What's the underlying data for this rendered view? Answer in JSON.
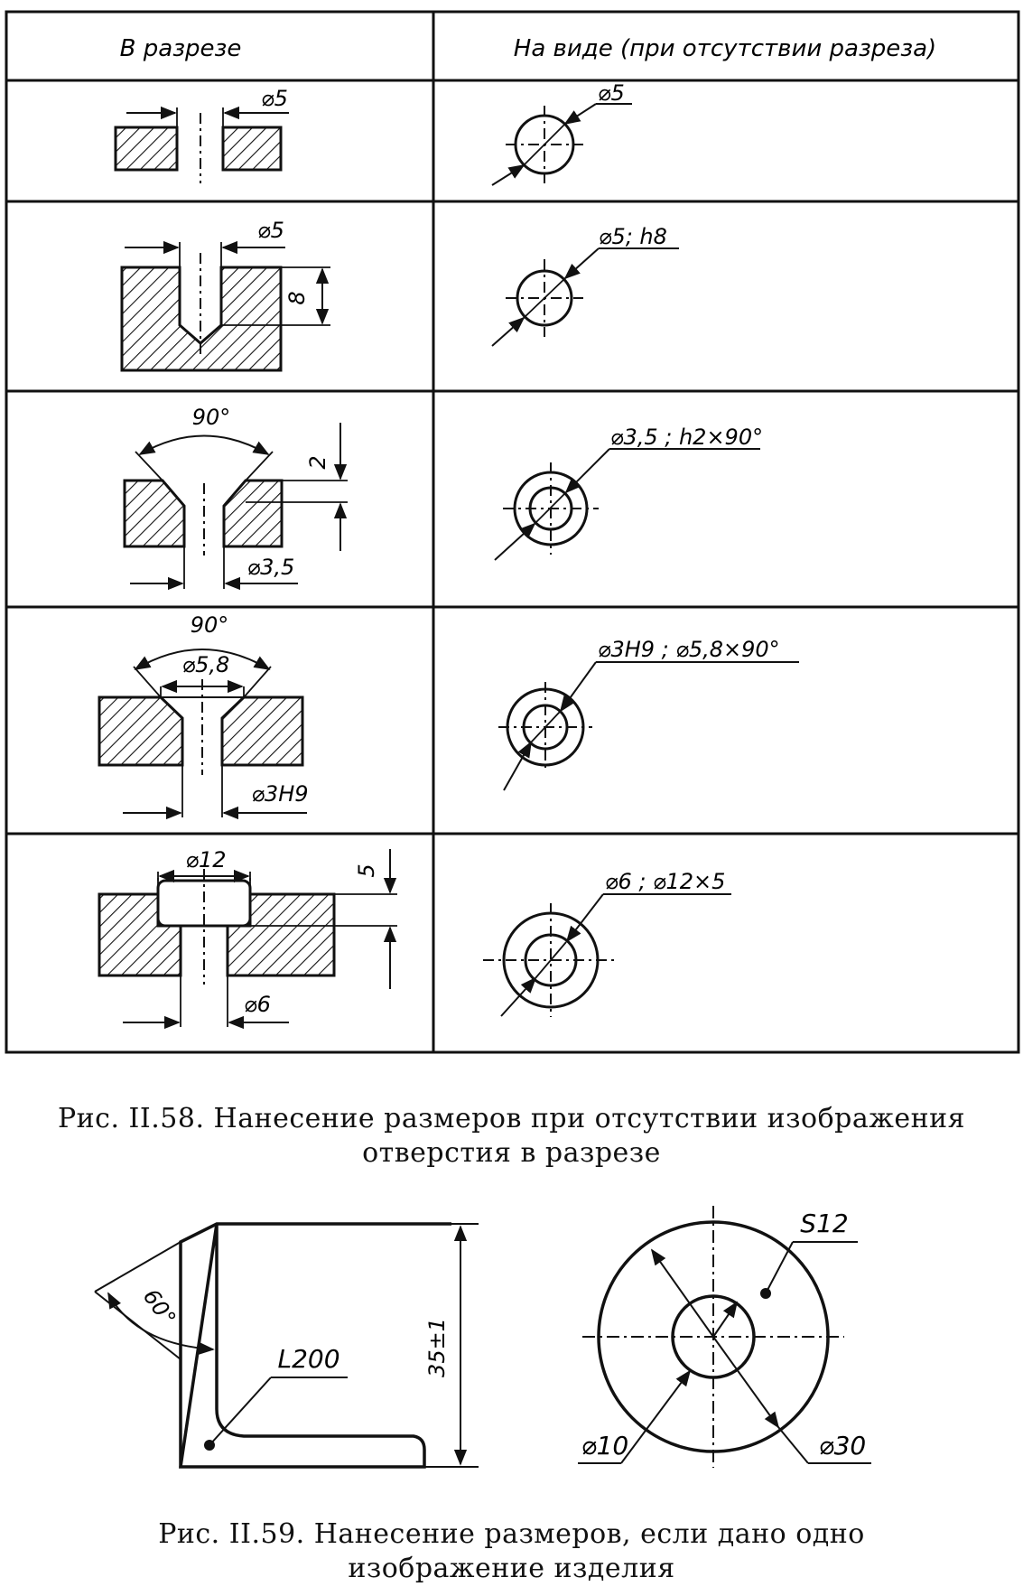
{
  "table": {
    "headers": [
      "В разрезе",
      "На виде (при отсутствии разреза)"
    ],
    "rows": [
      {
        "section": [
          "⌀5"
        ],
        "view": "⌀5"
      },
      {
        "section": [
          "⌀5",
          "8"
        ],
        "view": "⌀5; h8"
      },
      {
        "section": [
          "90°",
          "2",
          "⌀3,5"
        ],
        "view": "⌀3,5 ; h2×90°"
      },
      {
        "section": [
          "90°",
          "⌀5,8",
          "⌀3H9"
        ],
        "view": "⌀3H9 ; ⌀5,8×90°"
      },
      {
        "section": [
          "⌀12",
          "5",
          "⌀6"
        ],
        "view": "⌀6 ; ⌀12×5"
      }
    ]
  },
  "fig58_caption": {
    "line1": "Рис. II.58. Нанесение размеров при отсутствии изображения",
    "line2": "отверстия в разрезе"
  },
  "fig59": {
    "left_part": {
      "angle": "60°",
      "length": "L200",
      "height": "35±1"
    },
    "right_part": {
      "thickness": "S12",
      "inner_diameter": "⌀10",
      "outer_diameter": "⌀30"
    }
  },
  "fig59_caption": {
    "line1": "Рис. II.59. Нанесение размеров, если дано одно",
    "line2": "изображение изделия"
  }
}
